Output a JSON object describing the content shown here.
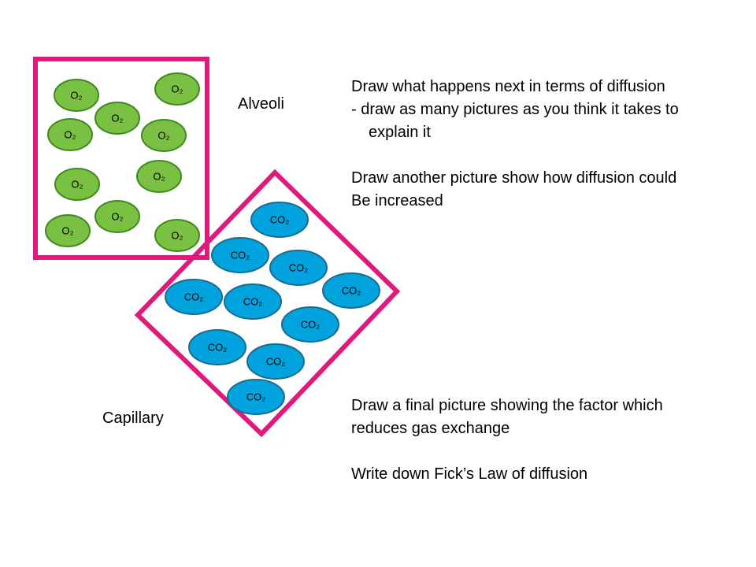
{
  "colors": {
    "box_border": "#e0197d",
    "o2_fill": "#7ac143",
    "o2_stroke": "#3f8a1f",
    "co2_fill": "#00a3de",
    "co2_stroke": "#1d6b8c",
    "text": "#000000"
  },
  "labels": {
    "alveoli": "Alveoli",
    "capillary": "Capillary"
  },
  "molecules": {
    "o2_label": "O₂",
    "co2_label": "CO₂",
    "o2_count": 10,
    "co2_count": 10
  },
  "instructions": {
    "block1_line1": "Draw what happens next in terms of diffusion",
    "block1_line2": " - draw as many pictures as you think it takes to",
    "block1_line3": "explain it",
    "block2_line1": "Draw another picture show how diffusion could",
    "block2_line2": "Be increased",
    "block3_line1": "Draw a final picture showing the factor which",
    "block3_line2": "reduces gas exchange",
    "block4_line1": "Write down Fick’s Law of diffusion"
  }
}
